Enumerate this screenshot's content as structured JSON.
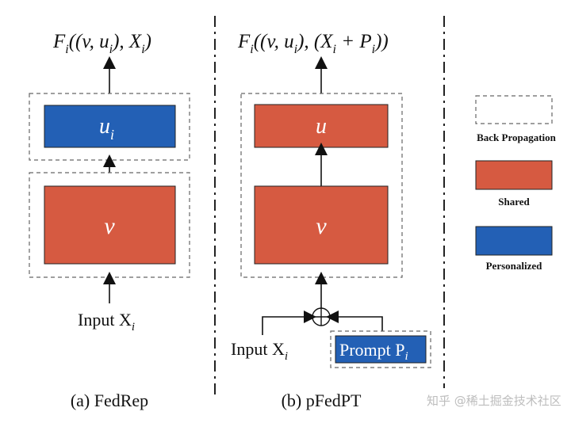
{
  "colors": {
    "shared": "#D65A41",
    "personalized": "#2360B5",
    "dashed_border": "#666666",
    "arrow": "#111111",
    "divider": "#222222"
  },
  "panel_a": {
    "output_label_main": "F",
    "output_label_tail": "((v, u",
    "output_label_tail2": "), X",
    "output_label_end": ")",
    "output_sub": "i",
    "top_block_label": "u",
    "top_block_sub": "i",
    "bottom_block_label": "v",
    "input_label": "Input X",
    "input_sub": "i",
    "caption": "(a) FedRep"
  },
  "panel_b": {
    "output_label_main": "F",
    "output_label_tail": "((v, u",
    "output_label_tail2": "), (X",
    "output_label_plus": " + P",
    "output_label_end": "))",
    "output_sub": "i",
    "top_block_label": "u",
    "bottom_block_label": "v",
    "input_label": "Input X",
    "input_sub": "i",
    "prompt_label": "Prompt P",
    "prompt_sub": "i",
    "caption": "(b) pFedPT"
  },
  "legend": {
    "back_propagation": "Back Propagation",
    "shared": "Shared",
    "personalized": "Personalized"
  },
  "watermark": "知乎 @稀土掘金技术社区"
}
